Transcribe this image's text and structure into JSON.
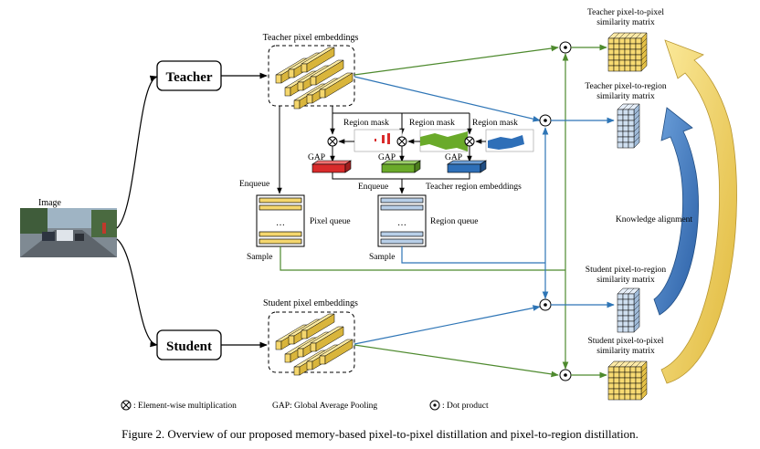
{
  "nodes": {
    "teacher": "Teacher",
    "student": "Student",
    "image": "Image",
    "teacher_pixel_embeddings": "Teacher pixel embeddings",
    "student_pixel_embeddings": "Student pixel embeddings",
    "region_mask": "Region mask",
    "gap": "GAP",
    "enqueue": "Enqueue",
    "sample": "Sample",
    "ellipsis": "…",
    "pixel_queue": "Pixel queue",
    "region_queue": "Region queue",
    "teacher_region_embeddings": "Teacher region embeddings",
    "t_p2p_line1": "Teacher pixel-to-pixel",
    "t_p2p_line2": "similarity matrix",
    "t_p2r_line1": "Teacher pixel-to-region",
    "t_p2r_line2": "similarity matrix",
    "s_p2r_line1": "Student pixel-to-region",
    "s_p2r_line2": "similarity matrix",
    "s_p2p_line1": "Student pixel-to-pixel",
    "s_p2p_line2": "similarity matrix",
    "knowledge_alignment": "Knowledge alignment"
  },
  "legend": {
    "mult": ": Element-wise multiplication",
    "gap": "GAP: Global Average Pooling",
    "dot": ": Dot product"
  },
  "caption": "Figure 2. Overview of our proposed memory-based pixel-to-pixel distillation and pixel-to-region distillation.",
  "colors": {
    "green_arrow": "#4e8a2e",
    "blue_arrow": "#2e75b6",
    "cube_yellow": "#f5d76e",
    "region_red": "#d92b2b",
    "region_green": "#6aaa2a",
    "region_blue": "#2e6fb8",
    "queue_blue": "#b8cfe8",
    "big_arrow_yellow": "#f2cf5b",
    "big_arrow_blue": "#3a78c2"
  }
}
